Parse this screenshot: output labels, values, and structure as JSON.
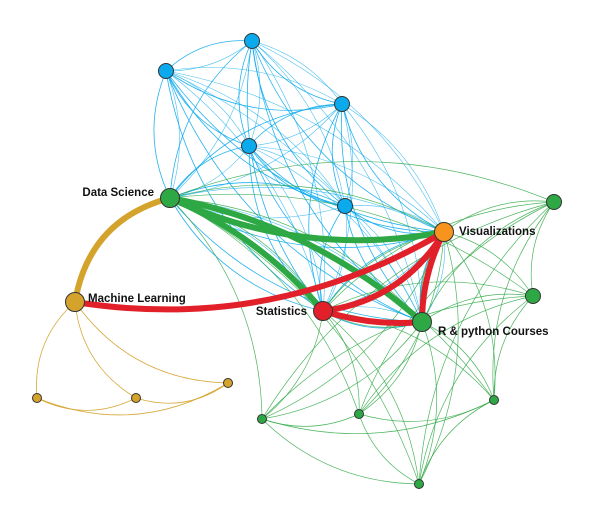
{
  "colors": {
    "blue": "#0aaaed",
    "green": "#2ea844",
    "red": "#e2202a",
    "orange": "#f7941d",
    "gold": "#d4a32c"
  },
  "nodes": [
    {
      "id": "data-science",
      "label": "Data Science",
      "color": "green",
      "size": "large"
    },
    {
      "id": "machine-learning",
      "label": "Machine Learning",
      "color": "gold",
      "size": "large"
    },
    {
      "id": "visualizations",
      "label": "Visualizations",
      "color": "orange",
      "size": "large"
    },
    {
      "id": "statistics",
      "label": "Statistics",
      "color": "red",
      "size": "large"
    },
    {
      "id": "r-python",
      "label": "R & python Courses",
      "color": "green",
      "size": "large"
    },
    {
      "id": "b1",
      "label": "",
      "color": "blue",
      "size": "medium"
    },
    {
      "id": "b2",
      "label": "",
      "color": "blue",
      "size": "medium"
    },
    {
      "id": "b3",
      "label": "",
      "color": "blue",
      "size": "medium"
    },
    {
      "id": "b4",
      "label": "",
      "color": "blue",
      "size": "medium"
    },
    {
      "id": "b5",
      "label": "",
      "color": "blue",
      "size": "medium"
    },
    {
      "id": "g1",
      "label": "",
      "color": "green",
      "size": "medium"
    },
    {
      "id": "g2",
      "label": "",
      "color": "green",
      "size": "medium"
    },
    {
      "id": "g3",
      "label": "",
      "color": "green",
      "size": "small"
    },
    {
      "id": "g4",
      "label": "",
      "color": "green",
      "size": "small"
    },
    {
      "id": "g5",
      "label": "",
      "color": "green",
      "size": "small"
    },
    {
      "id": "g6",
      "label": "",
      "color": "green",
      "size": "small"
    },
    {
      "id": "y1",
      "label": "",
      "color": "gold",
      "size": "small"
    },
    {
      "id": "y2",
      "label": "",
      "color": "gold",
      "size": "small"
    },
    {
      "id": "y3",
      "label": "",
      "color": "gold",
      "size": "small"
    }
  ],
  "edges": [
    {
      "source": "data-science",
      "target": "visualizations",
      "color": "green",
      "weight": "heavy"
    },
    {
      "source": "data-science",
      "target": "statistics",
      "color": "green",
      "weight": "heavy"
    },
    {
      "source": "data-science",
      "target": "r-python",
      "color": "green",
      "weight": "heavy"
    },
    {
      "source": "statistics",
      "target": "visualizations",
      "color": "red",
      "weight": "heavy"
    },
    {
      "source": "r-python",
      "target": "visualizations",
      "color": "red",
      "weight": "heavy"
    },
    {
      "source": "statistics",
      "target": "r-python",
      "color": "red",
      "weight": "heavy"
    },
    {
      "source": "machine-learning",
      "target": "visualizations",
      "color": "red",
      "weight": "heavy"
    },
    {
      "source": "data-science",
      "target": "machine-learning",
      "color": "gold",
      "weight": "heavy"
    }
  ]
}
